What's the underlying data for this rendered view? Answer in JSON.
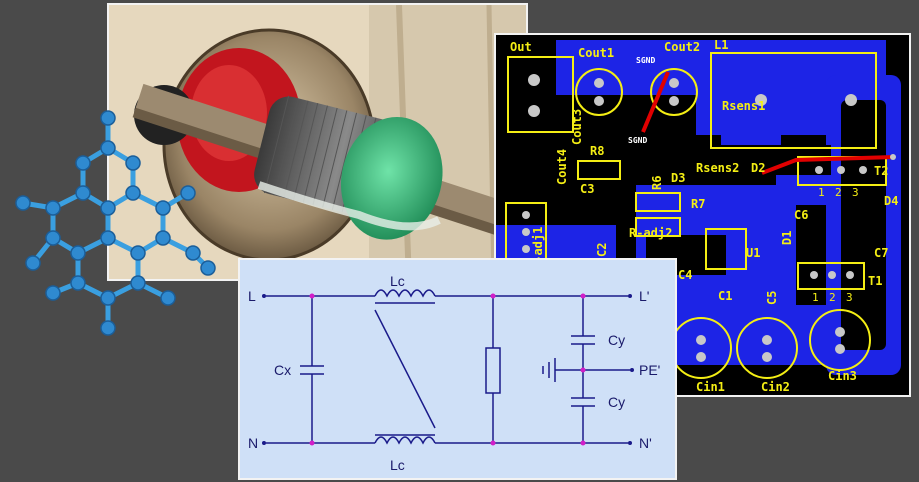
{
  "pcb": {
    "labels": [
      "Out",
      "Cout1",
      "Cout2",
      "L1",
      "SGND",
      "SGND",
      "Cout3",
      "Cout4",
      "Rsens1",
      "Rsens2",
      "D2",
      "R8",
      "C3",
      "R6",
      "D3",
      "R7",
      "C6",
      "T2",
      "D4",
      "R-adj1",
      "C2",
      "R-adj2",
      "C4",
      "D1",
      "C7",
      "U1",
      "C1",
      "C5",
      "T1",
      "Cin1",
      "Cin2",
      "Cin3"
    ],
    "pin_labels": [
      "1",
      "2",
      "3",
      "1",
      "2",
      "3"
    ]
  },
  "emi": {
    "labels": [
      "L",
      "Lc",
      "L'",
      "Cx",
      "Cy",
      "PE'",
      "Cy",
      "N",
      "Lc",
      "N'"
    ]
  },
  "colors": {
    "background": "#4a4a4a",
    "pcb_trace": "#1d24e6",
    "pcb_silk": "#f4ee14",
    "pcb_red": "#e10000",
    "schematic_bg": "#cfe0f7",
    "schematic_line": "#1a1a8a",
    "schematic_node": "#d21ec8",
    "molecule": "#3a9fe0"
  }
}
